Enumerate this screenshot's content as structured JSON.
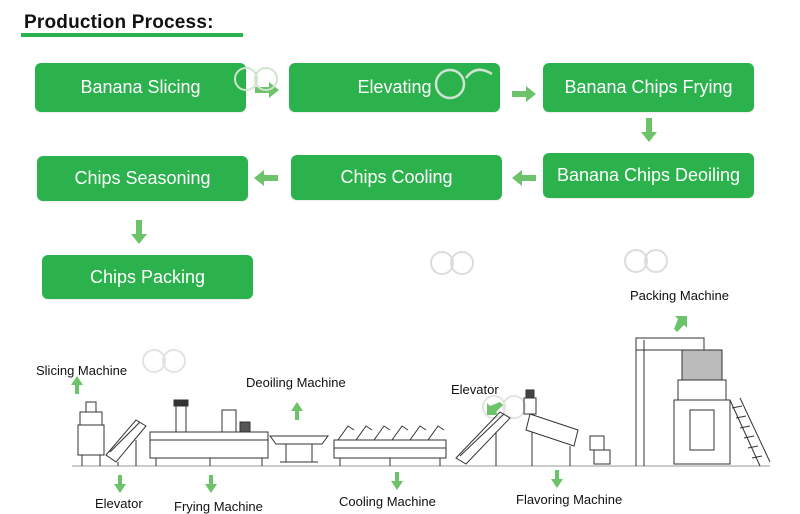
{
  "title": "Production Process:",
  "colors": {
    "accent": "#2bb24c",
    "arrow": "#6cc36a"
  },
  "steps": [
    "Banana Slicing",
    "Elevating",
    "Banana Chips Frying",
    "Banana Chips Deoiling",
    "Chips Cooling",
    "Chips Seasoning",
    "Chips Packing"
  ],
  "machines": [
    "Slicing Machine",
    "Elevator",
    "Frying Machine",
    "Deoiling Machine",
    "Cooling Machine",
    "Elevator",
    "Flavoring Machine",
    "Packing Machine"
  ]
}
